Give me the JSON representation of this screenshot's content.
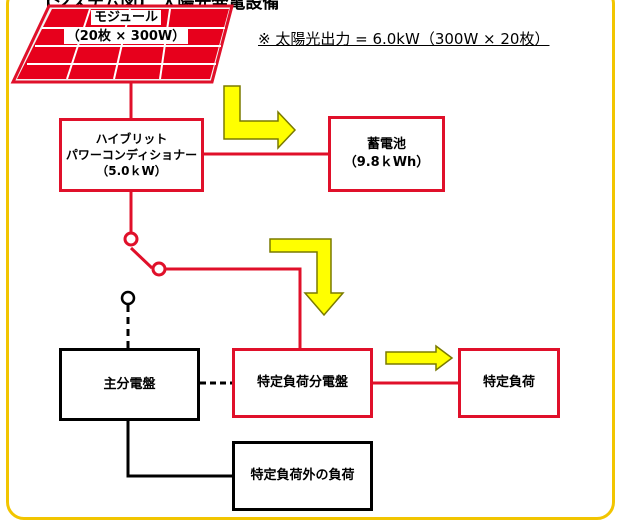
{
  "title": "【システム図】 太陽光発電設備",
  "note": "※ 太陽光出力 = 6.0kW（300W × 20枚）",
  "module": {
    "line1": "モジュール",
    "line2": "（20枚 × 300W）"
  },
  "inverter": {
    "line1": "ハイブリット",
    "line2": "パワーコンディショナー",
    "line3": "（5.0ｋW）"
  },
  "battery": {
    "line1": "蓄電池",
    "line2": "（9.8ｋWh）"
  },
  "main_panel": "主分電盤",
  "sub_panel": "特定負荷分電盤",
  "specific_load": "特定負荷",
  "other_load": "特定負荷外の負荷",
  "colors": {
    "frame": "#f2c500",
    "red_line": "#e0102a",
    "arrow_fill": "#ffff00",
    "arrow_stroke": "#7a7a00"
  }
}
